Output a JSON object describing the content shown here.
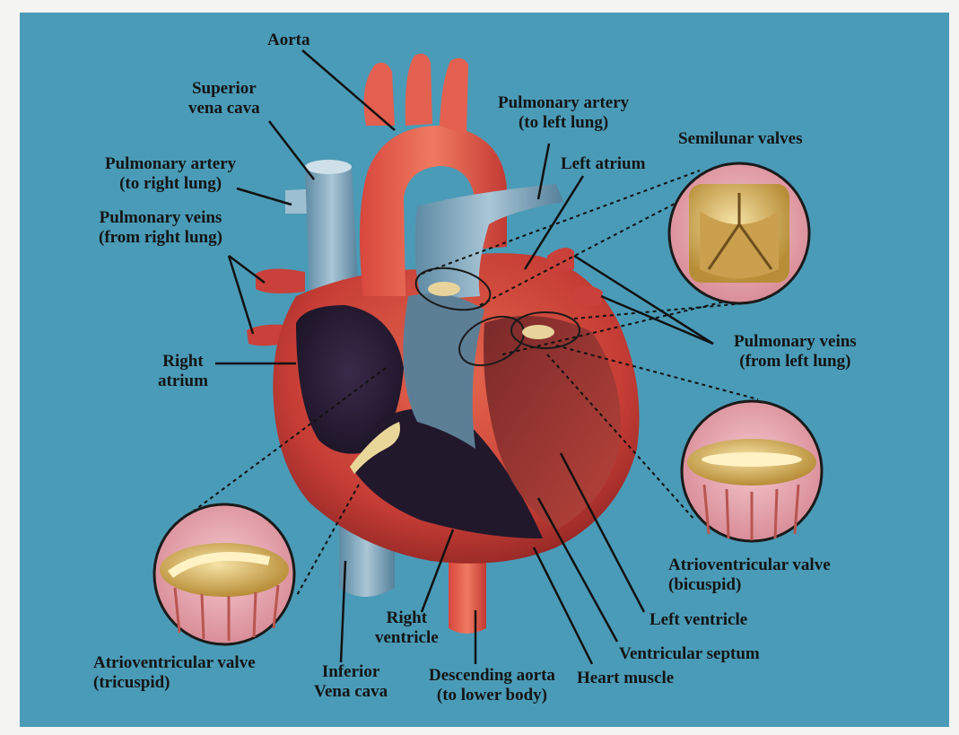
{
  "diagram": {
    "labels": {
      "aorta": [
        "Aorta"
      ],
      "superior_vena_cava": [
        "Superior",
        "vena cava"
      ],
      "pulmonary_artery_left": [
        "Pulmonary artery",
        "(to left lung)"
      ],
      "semilunar_valves": [
        "Semilunar valves"
      ],
      "left_atrium": [
        "Left atrium"
      ],
      "pulmonary_artery_right": [
        "Pulmonary artery",
        "(to right lung)"
      ],
      "pulmonary_veins_right": [
        "Pulmonary veins",
        "(from right lung)"
      ],
      "pulmonary_veins_left": [
        "Pulmonary veins",
        "(from left lung)"
      ],
      "right_atrium": [
        "Right",
        "atrium"
      ],
      "av_valve_bicuspid": [
        "Atrioventricular valve",
        "(bicuspid)"
      ],
      "left_ventricle": [
        "Left ventricle"
      ],
      "right_ventricle": [
        "Right",
        "ventricle"
      ],
      "ventricular_septum": [
        "Ventricular septum"
      ],
      "av_valve_tricuspid": [
        "Atrioventricular valve",
        "(tricuspid)"
      ],
      "inferior_vena_cava": [
        "Inferior",
        "Vena cava"
      ],
      "descending_aorta": [
        "Descending aorta",
        "(to lower body)"
      ],
      "heart_muscle": [
        "Heart muscle"
      ]
    }
  },
  "colors": {
    "background": "#4a9bb7",
    "heart_red": "#c9413a",
    "vessel_blue": "#7fa9c0",
    "valve_gold": "#d9b65a",
    "inset_pink": "#e7a8b0"
  }
}
